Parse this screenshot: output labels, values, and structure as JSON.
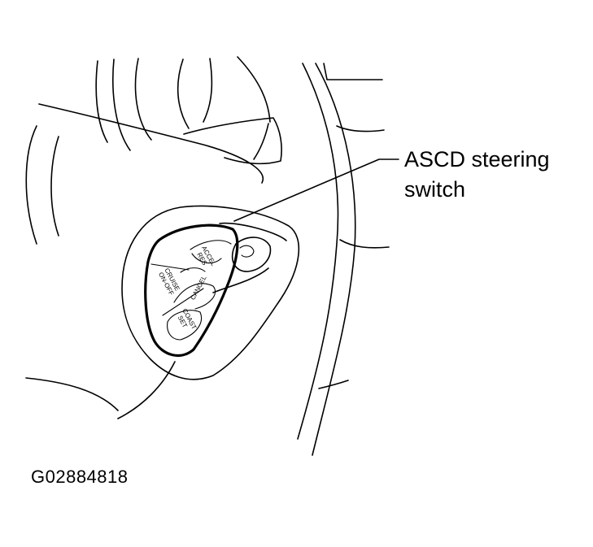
{
  "callout": {
    "line1": "ASCD steering",
    "line2": "switch"
  },
  "switch_buttons": {
    "accel_res": [
      "ACCEL",
      "RES"
    ],
    "cruise": [
      "CRUISE",
      "ON-OFF"
    ],
    "cancel": "CANCEL",
    "coast_set": [
      "COAST",
      "SET"
    ]
  },
  "figure_id": "G02884818"
}
